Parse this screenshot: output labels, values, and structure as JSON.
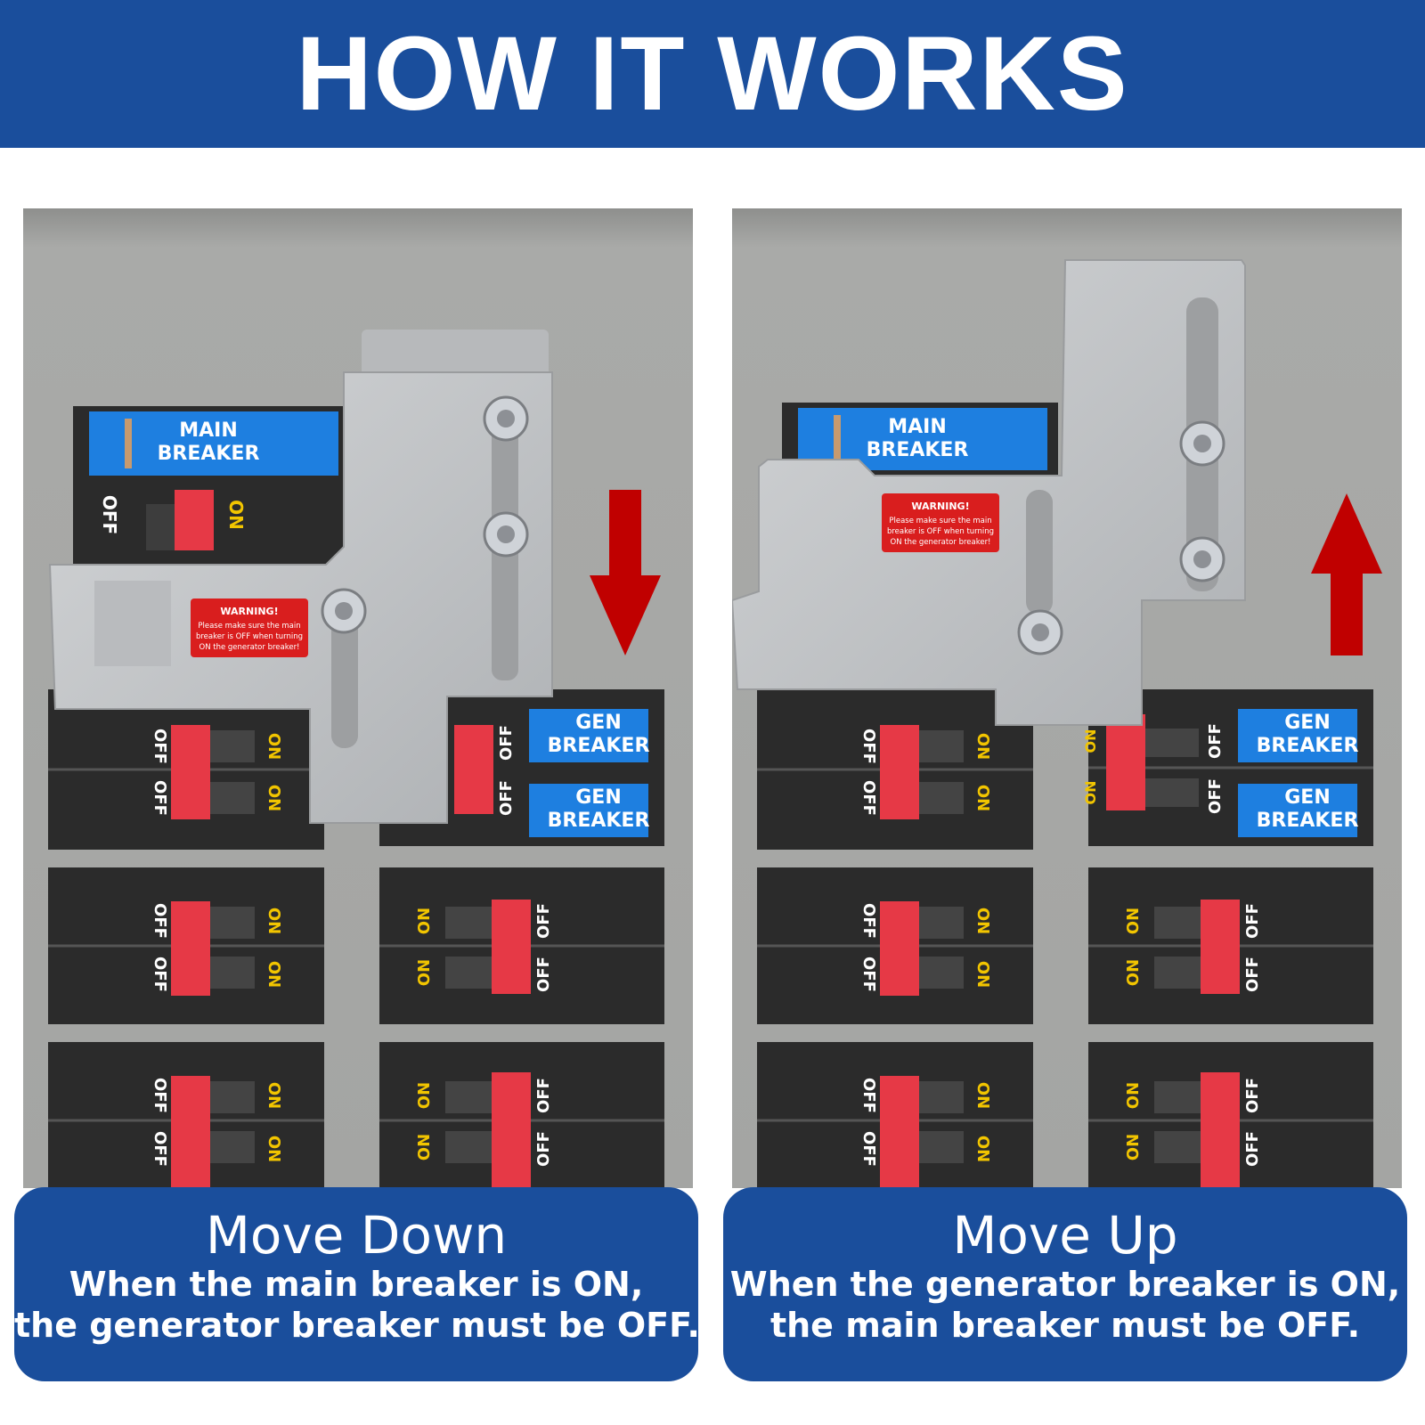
{
  "header": {
    "title": "HOW IT WORKS"
  },
  "colors": {
    "brand_blue": "#1a4e9c",
    "label_blue": "#1e7fe0",
    "toggle_red": "#e63946",
    "arrow_red": "#c00000",
    "plate_silver": "#c4c6c8",
    "panel_gray": "#a9aaa8",
    "breaker_dark": "#2b2b2b"
  },
  "panels": {
    "left": {
      "main_label": [
        "MAIN",
        "BREAKER"
      ],
      "gen_label": [
        "GEN",
        "BREAKER"
      ],
      "on": "ON",
      "off": "OFF",
      "warning_title": "WARNING!",
      "warning_lines": [
        "Please make sure the main",
        "breaker is OFF when turning",
        "ON the generator breaker!"
      ],
      "arrow": "arrow-down-icon"
    },
    "right": {
      "main_label": [
        "MAIN",
        "BREAKER"
      ],
      "gen_label": [
        "GEN",
        "BREAKER"
      ],
      "on": "ON",
      "off": "OFF",
      "warning_title": "WARNING!",
      "warning_lines": [
        "Please make sure the main",
        "breaker is OFF when turning",
        "ON the generator breaker!"
      ],
      "arrow": "arrow-up-icon"
    }
  },
  "captions": {
    "left": {
      "title": "Move Down",
      "line1": "When the main breaker is ON,",
      "line2": "the generator breaker must be OFF."
    },
    "right": {
      "title": "Move Up",
      "line1": "When the generator breaker is ON,",
      "line2": "the main breaker must be OFF."
    }
  }
}
